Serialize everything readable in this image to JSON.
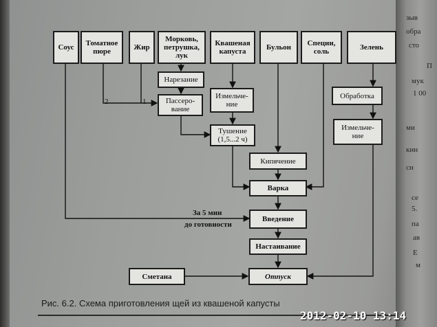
{
  "nodes": {
    "sous": "Соус",
    "tomato": "Томатное пюре",
    "fat": "Жир",
    "veg": "Морковь, петрушка, лук",
    "cabbage": "Квашеная капуста",
    "broth": "Бульон",
    "spices": "Специи, соль",
    "greens": "Зелень",
    "cutting": "Нарезание",
    "sauteing": "Пассеро-вание",
    "chopping": "Измельче-ние",
    "stewing": "Тушение (1,5...2 ч)",
    "boiling": "Кипячение",
    "cooking": "Варка",
    "adding": "Введение",
    "infusing": "Настаивание",
    "smetana": "Сметана",
    "serving": "Отпуск",
    "processing": "Обработка",
    "greens_chopping": "Измельче-ние"
  },
  "labels": {
    "num2": "2",
    "num1": "1",
    "before_ready_1": "За 5 мин",
    "before_ready_2": "до готовности"
  },
  "caption": "Рис. 6.2. Схема приготовления щей из квашеной капусты",
  "timestamp": "2012-02-10 13:14",
  "right_page_fragments": [
    "зыв",
    "обра",
    "сто",
    "П",
    "мук",
    "1 00",
    "ми",
    "кин",
    "сн",
    "се",
    "5.",
    "па",
    "ав",
    "Е",
    "м"
  ]
}
